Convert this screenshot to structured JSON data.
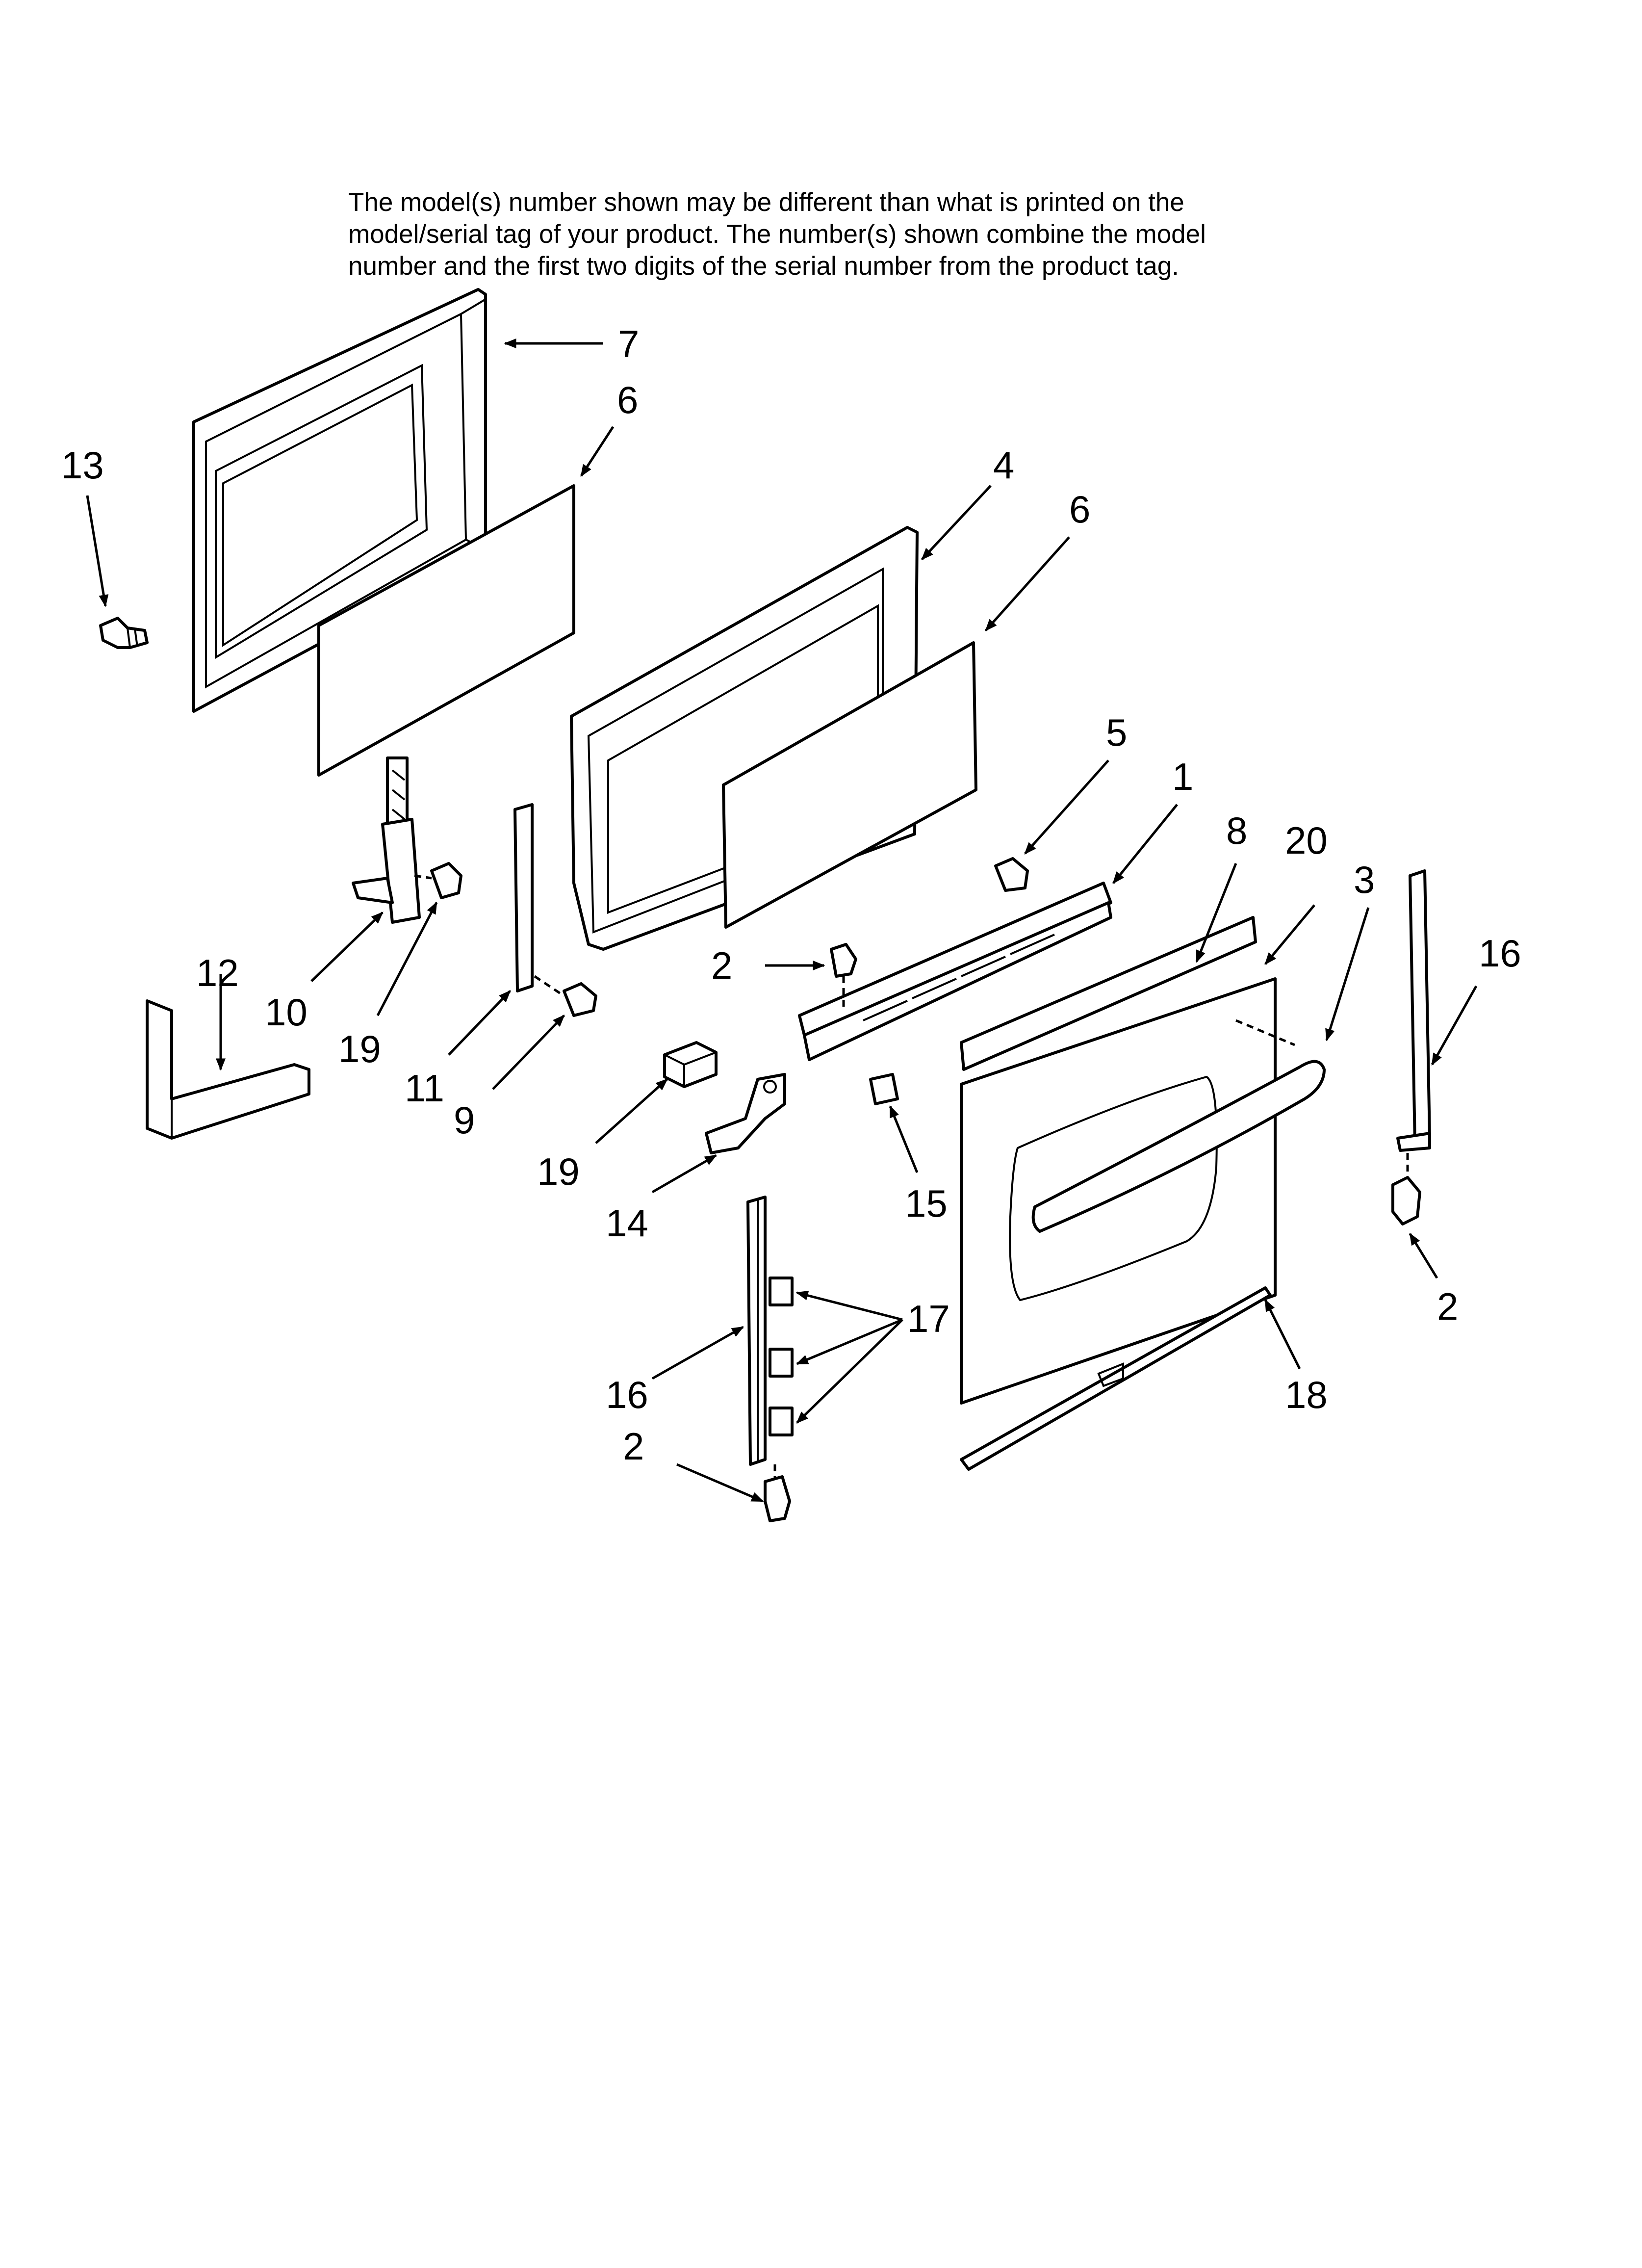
{
  "disclaimer": {
    "line1": "The model(s) number shown may be different than what is printed on the",
    "line2": "model/serial tag of your product. The number(s) shown combine the model",
    "line3": "number and the first two digits of the serial number from the product tag."
  },
  "callouts": {
    "c1": "1",
    "c2a": "2",
    "c2b": "2",
    "c2c": "2",
    "c3": "3",
    "c4": "4",
    "c5": "5",
    "c6a": "6",
    "c6b": "6",
    "c7": "7",
    "c8": "8",
    "c9": "9",
    "c10": "10",
    "c11": "11",
    "c12": "12",
    "c13": "13",
    "c14": "14",
    "c15": "15",
    "c16a": "16",
    "c16b": "16",
    "c17": "17",
    "c18": "18",
    "c19a": "19",
    "c19b": "19",
    "c20": "20"
  }
}
